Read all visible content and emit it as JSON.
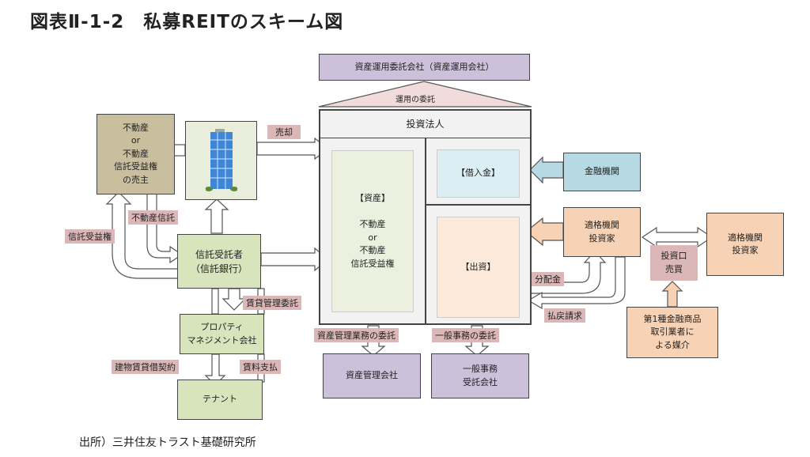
{
  "title": "図表Ⅱ-1-2　私募REITのスキーム図",
  "source": "出所）三井住友トラスト基礎研究所",
  "nodes": {
    "asset_manager": "資産運用委託会社（資産運用会社）",
    "entrustment": "運用の委託",
    "investment_corp": "投資法人",
    "assets": "【資産】\n\n不動産\nor\n不動産\n信託受益権",
    "borrowings": "【借入金】",
    "equity": "【出資】",
    "seller": "不動産\nor\n不動産\n信託受益権\nの売主",
    "trustee": "信託受託者\n（信託銀行）",
    "pm_company": "プロパティ\nマネジメント会社",
    "tenant": "テナント",
    "custodian": "資産管理会社",
    "admin_agent": "一般事務\n受託会社",
    "lender": "金融機関",
    "qii_1": "適格機関\n投資家",
    "qii_2": "適格機関\n投資家",
    "trade": "投資口\n売買",
    "broker": "第1種金融商品\n取引業者に\nよる媒介"
  },
  "labels": {
    "sale": "売却",
    "re_trust": "不動産信託",
    "beneficial": "信託受益権",
    "lease_mgmt": "賃貸管理委託",
    "lease_contract": "建物賃貸借契約",
    "rent": "賃料支払",
    "custody": "資産管理業務の委託",
    "admin": "一般事務の委託",
    "dividend": "分配金",
    "redemption": "払戻請求"
  }
}
